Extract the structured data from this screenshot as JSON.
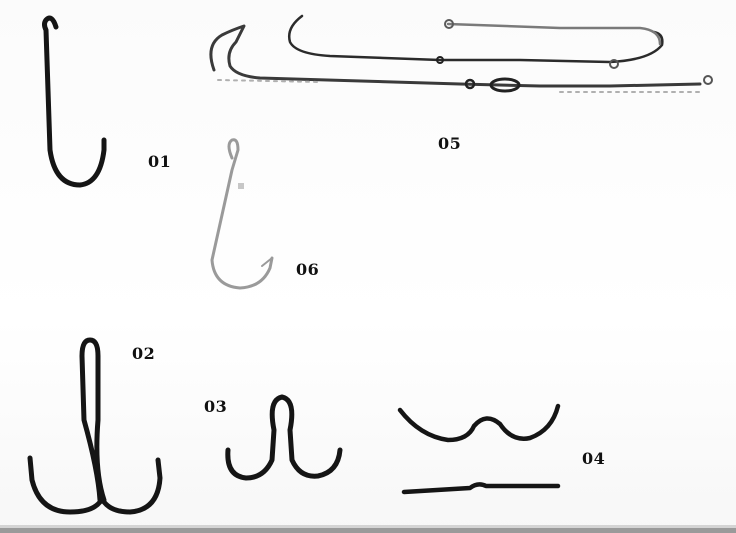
{
  "figure": {
    "labels": {
      "hook_01": "01",
      "hook_02": "02",
      "hook_03": "03",
      "hook_04": "04",
      "hook_05": "05",
      "hook_06": "06"
    }
  },
  "colors": {
    "ink": "#1a1a1a",
    "faded_ink": "#8a8a8a",
    "frame": "#9a9a9a"
  }
}
